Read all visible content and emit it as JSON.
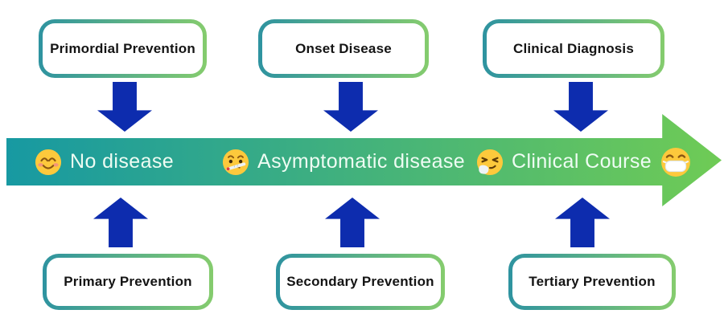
{
  "top_boxes": [
    {
      "label": "Primordial Prevention"
    },
    {
      "label": "Onset Disease"
    },
    {
      "label": "Clinical Diagnosis"
    }
  ],
  "bottom_boxes": [
    {
      "label": "Primary Prevention"
    },
    {
      "label": "Secondary Prevention"
    },
    {
      "label": "Tertiary Prevention"
    }
  ],
  "timeline": {
    "stages": [
      {
        "emoji": "smiling-face-emoji",
        "label": "No disease"
      },
      {
        "emoji": "face-with-thermometer-emoji",
        "label": "Asymptomatic disease"
      },
      {
        "emoji": "sneezing-face-emoji",
        "label": "Clinical Course"
      },
      {
        "emoji": "face-with-medical-mask-emoji",
        "label": ""
      }
    ]
  },
  "colors": {
    "arrow_blue": "#0d2cae",
    "bar_gradient_start": "#1799a2",
    "bar_gradient_end": "#6fcb55",
    "box_border_start": "#2e93a0",
    "box_border_end": "#85cc6e",
    "bar_text": "#eefcf3",
    "box_text": "#141414",
    "background": "#ffffff"
  }
}
